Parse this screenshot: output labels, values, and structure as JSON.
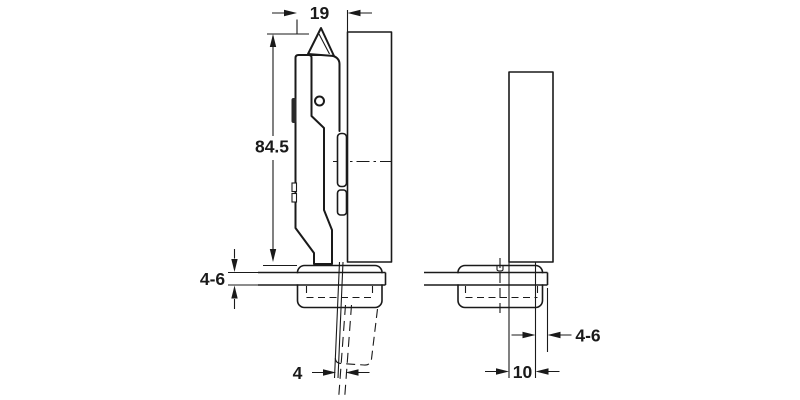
{
  "diagram": {
    "type": "technical-installation-drawing",
    "subject": "concealed cabinet hinge mounting, two sectional views",
    "views": {
      "front_section": "hinge arm on side panel with cup in bottom shelf",
      "side_section": "panel and hinge cup in bottom shelf"
    },
    "dims": {
      "reveal_19": {
        "label": "19"
      },
      "height_84_5": {
        "label": "84.5"
      },
      "thickness_left": {
        "label": "4-6"
      },
      "gap_4": {
        "label": "4"
      },
      "offset_10": {
        "label": "10"
      },
      "thickness_right": {
        "label": "4-6"
      }
    },
    "colors": {
      "line": "#1a1a1a",
      "panel_fill": "#d4d6d7",
      "cup_fill": "#d9dbda",
      "background": "#ffffff"
    }
  }
}
